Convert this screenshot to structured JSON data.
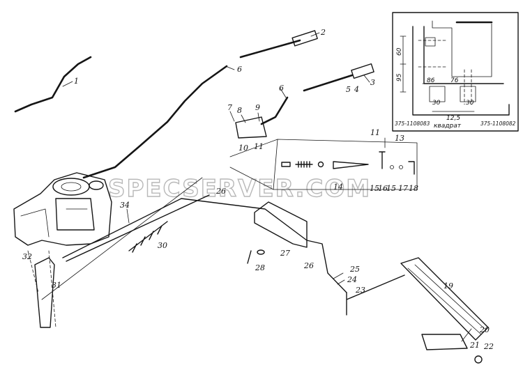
{
  "watermark": "SPECSERVER.COM",
  "callouts": [
    "1",
    "2",
    "3",
    "4",
    "5",
    "6",
    "6",
    "7",
    "8",
    "9",
    "10",
    "11",
    "11",
    "13",
    "14",
    "15",
    "16",
    "15",
    "17",
    "18",
    "19",
    "20",
    "21",
    "22",
    "23",
    "24",
    "25",
    "26",
    "26",
    "27",
    "28",
    "30",
    "31",
    "32",
    "34"
  ],
  "inset": {
    "dimensions": [
      "60",
      "95",
      "86",
      "76",
      "30",
      "30",
      "12,5"
    ],
    "dimension_note": "квадрат",
    "part_numbers": [
      "375-1108083",
      "375-1108082"
    ]
  }
}
